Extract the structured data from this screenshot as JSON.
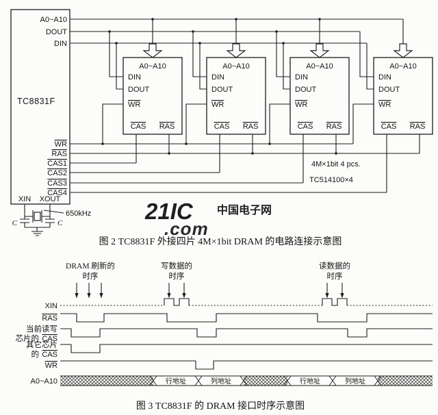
{
  "fig2": {
    "caption": "图 2  TC8831F 外接四片 4M×1bit DRAM 的电路连接示意图",
    "chip": {
      "name": "TC8831F",
      "pin_a": "A0~A10",
      "pin_dout": "DOUT",
      "pin_din": "DIN",
      "pin_wr": "WR",
      "pin_ras": "RAS",
      "pin_cas1": "CAS1",
      "pin_cas2": "CAS2",
      "pin_cas3": "CAS3",
      "pin_cas4": "CAS4",
      "pin_xin": "XIN",
      "pin_xout": "XOUT"
    },
    "dram": {
      "pin_a": "A0~A10",
      "pin_din": "DIN",
      "pin_dout": "DOUT",
      "pin_wr": "WR",
      "pin_cas": "CAS",
      "pin_ras": "RAS"
    },
    "note_line1": "4M×1bit  4 pcs.",
    "note_line2": "TC514100×4",
    "osc_freq": "650kHz",
    "cap_left": "C",
    "cap_right": "C",
    "watermark": {
      "brand": "21IC",
      "cn": "中国电子网",
      "domain": ".com",
      "red": "#df372e",
      "gray": "#a8a8a8"
    }
  },
  "fig3": {
    "caption": "图 3  TC8831F 的 DRAM 接口时序示意图",
    "ann": {
      "refresh_l1": "DRAM 刷新的",
      "refresh_l2": "时序",
      "write_l1": "写数据的",
      "write_l2": "时序",
      "read_l1": "读数据的",
      "read_l2": "时序"
    },
    "signals": {
      "xin": "XIN",
      "ras": "RAS",
      "cas_cur_l1": "当前读写",
      "cas_cur_l2a": "芯片的",
      "cas_cur_l2b": "CAS",
      "cas_other_l1": "其它芯片",
      "cas_other_l2a": "的",
      "cas_other_l2b": "CAS",
      "wr": "WR",
      "addr": "A0~A10"
    },
    "bus": {
      "row": "行地址",
      "col": "列地址"
    }
  }
}
